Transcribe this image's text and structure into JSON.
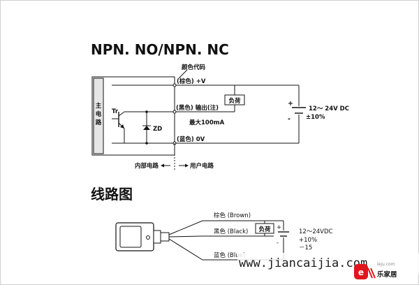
{
  "title": "NPN. NO/NPN. NC",
  "color_code_label": "颜色代码",
  "main_circuit_label": "主电路",
  "transistor_label": "Tr",
  "zener_label": "ZD",
  "terminals": {
    "brown": "(棕色) +V",
    "black": "(黑色) 输出(注)",
    "blue": "(蓝色) 0V"
  },
  "load_label": "负荷",
  "max_current": "最大100mA",
  "supply": {
    "plus": "+",
    "minus": "-",
    "voltage": "12～ 24V DC",
    "tolerance": "±10%"
  },
  "internal_circuit": "内部电路",
  "user_circuit": "用户电路",
  "wiring_title": "线路图",
  "wires": {
    "brown": "棕色 (Brown)",
    "black": "黑色 (Black)",
    "blue": "蓝色 (Blue)"
  },
  "wiring_load": "负荷",
  "wiring_supply": {
    "plus": "+",
    "minus": "-",
    "voltage": "12～24VDC",
    "tol_plus": "+10%",
    "tol_minus": "－15"
  },
  "watermark": {
    "url": "www.jiancaijia.com",
    "brand": "乐家居",
    "brand_small": "leju.com"
  },
  "colors": {
    "line": "#111111",
    "box_fill": "#e6e6e6",
    "logo_red": "#e0161e"
  }
}
